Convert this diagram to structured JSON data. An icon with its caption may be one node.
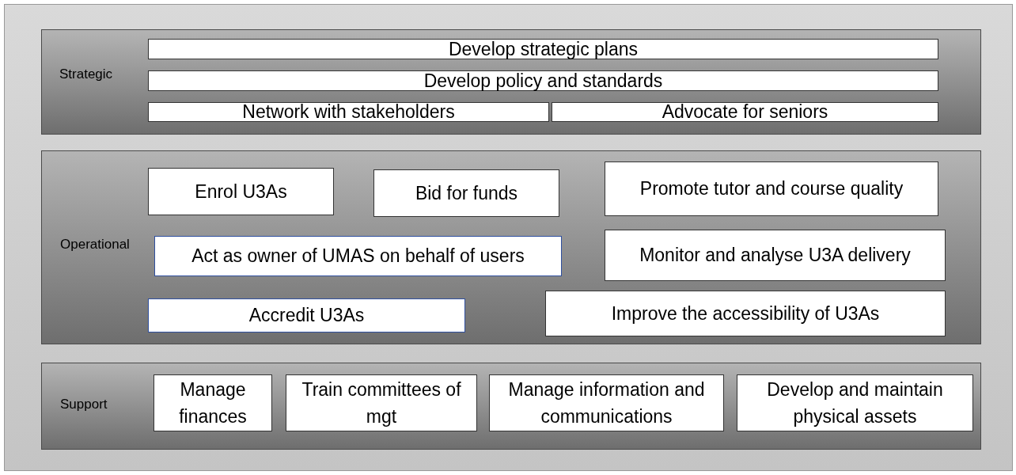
{
  "diagram": {
    "nodes": [
      {
        "text": [
          "Strategic"
        ]
      },
      {
        "text": [
          "Develop strategic plans"
        ],
        "in": 0
      },
      {
        "text": [
          "Develop policy and standards"
        ],
        "in": 0
      },
      {
        "text": [
          "Network with stakeholders"
        ],
        "in": 0
      },
      {
        "text": [
          "Advocate for seniors"
        ],
        "in": 0
      },
      {
        "text": [
          "Operational"
        ]
      },
      {
        "text": [
          "Enrol U3As"
        ],
        "in": 5
      },
      {
        "text": [
          "Bid for funds"
        ],
        "in": 5
      },
      {
        "text": [
          "Promote tutor and course quality"
        ],
        "in": 5
      },
      {
        "text": [
          "Act as owner of UMAS on behalf of users"
        ],
        "in": 5
      },
      {
        "text": [
          "Monitor and analyse U3A delivery"
        ],
        "in": 5
      },
      {
        "text": [
          "Accredit U3As"
        ],
        "in": 5
      },
      {
        "text": [
          "Improve the accessibility of U3As"
        ],
        "in": 5
      },
      {
        "text": [
          "Support"
        ]
      },
      {
        "text": [
          "Manage finances"
        ],
        "in": 13
      },
      {
        "text": [
          "Train committees of mgt"
        ],
        "in": 13
      },
      {
        "text": [
          "Manage information and communications"
        ],
        "in": 13
      },
      {
        "text": [
          "Develop and maintain physical assets"
        ],
        "in": 13
      }
    ]
  }
}
